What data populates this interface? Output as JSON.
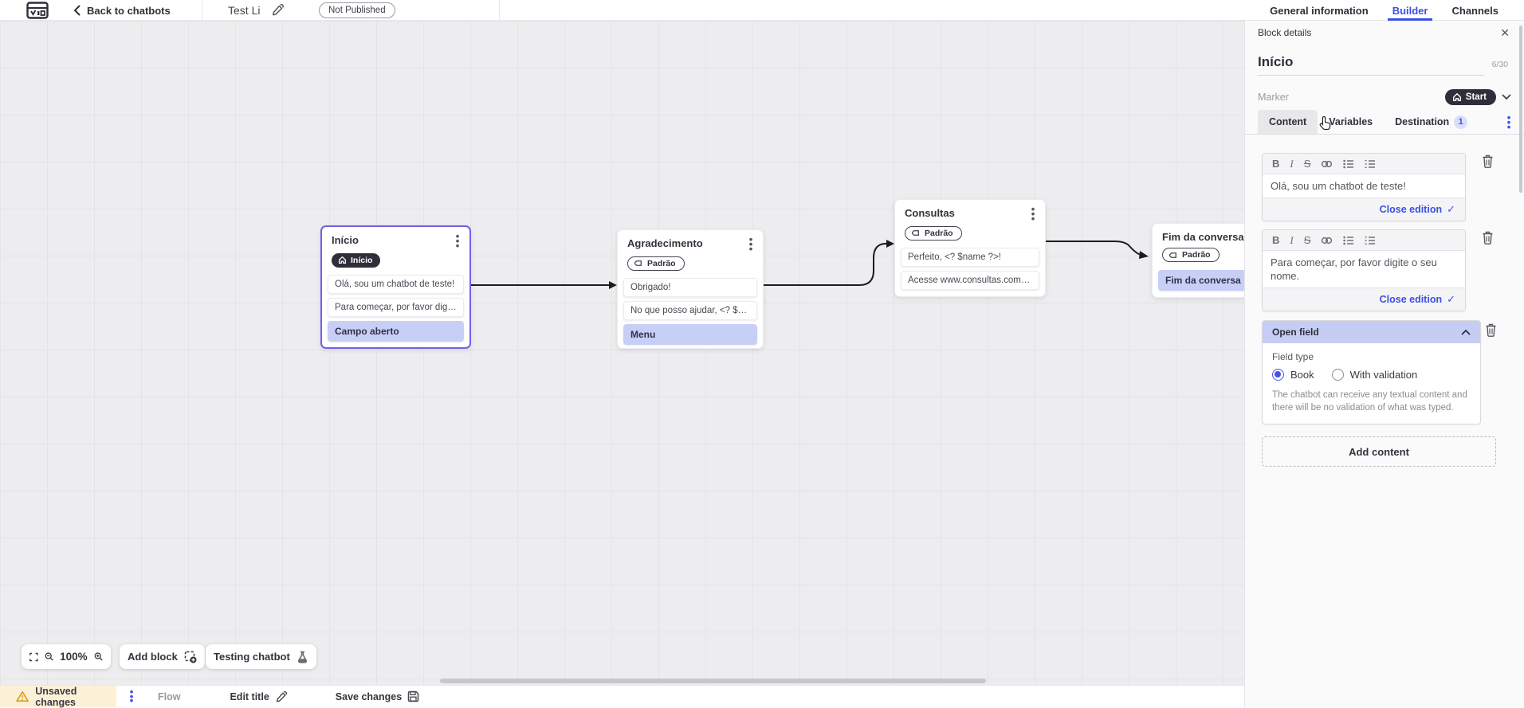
{
  "topbar": {
    "back_label": "Back to chatbots",
    "title": "Test Li",
    "status_badge": "Not Published",
    "tabs": [
      {
        "label": "General information"
      },
      {
        "label": "Builder"
      },
      {
        "label": "Channels"
      }
    ]
  },
  "panel": {
    "header_title": "Block details",
    "block_name": "Início",
    "char_counter": "6/30",
    "marker_label": "Marker",
    "marker_value": "Start",
    "tabs": [
      {
        "label": "Content"
      },
      {
        "label": "Variables"
      },
      {
        "label": "Destination",
        "badge": "1"
      }
    ],
    "editor_toolbar": {
      "bold": "B",
      "italic": "I",
      "strike": "S"
    },
    "editors": [
      {
        "text": "Olá, sou um chatbot de teste!",
        "action_label": "Close edition"
      },
      {
        "text": "Para começar, por favor digite o seu nome.",
        "action_label": "Close edition"
      }
    ],
    "open_field": {
      "title": "Open field",
      "field_type_label": "Field type",
      "options": [
        {
          "label": "Book",
          "selected": true
        },
        {
          "label": "With validation",
          "selected": false
        }
      ],
      "description": "The chatbot can receive any textual content and there will be no validation of what was typed."
    },
    "add_content_label": "Add content"
  },
  "canvas": {
    "zoom_level": "100%",
    "add_block_label": "Add block",
    "testing_label": "Testing chatbot",
    "blocks": [
      {
        "title": "Início",
        "marker": "Início",
        "items": [
          "Olá, sou um chatbot de teste!",
          "Para começar, por favor digite o ...",
          "Campo aberto"
        ]
      },
      {
        "title": "Agradecimento",
        "marker": "Padrão",
        "items": [
          "Obrigado!",
          "No que posso ajudar, <? $name ...",
          "Menu"
        ]
      },
      {
        "title": "Consultas",
        "marker": "Padrão",
        "items": [
          "Perfeito, <? $name ?>!",
          "Acesse www.consultas.com par..."
        ]
      },
      {
        "title": "Fim da conversa",
        "marker": "Padrão",
        "items": [
          "Fim da conversa"
        ]
      }
    ]
  },
  "statusbar": {
    "unsaved_label": "Unsaved changes",
    "flow_label": "Flow",
    "edit_title_label": "Edit title",
    "save_label": "Save changes"
  },
  "colors": {
    "accent_blue": "#3b4fe4",
    "lavender": "#c8cff7",
    "dark_pill": "#2f2f3a",
    "selected_border": "#6e62ea",
    "warning_bg": "#fcf1d7"
  }
}
